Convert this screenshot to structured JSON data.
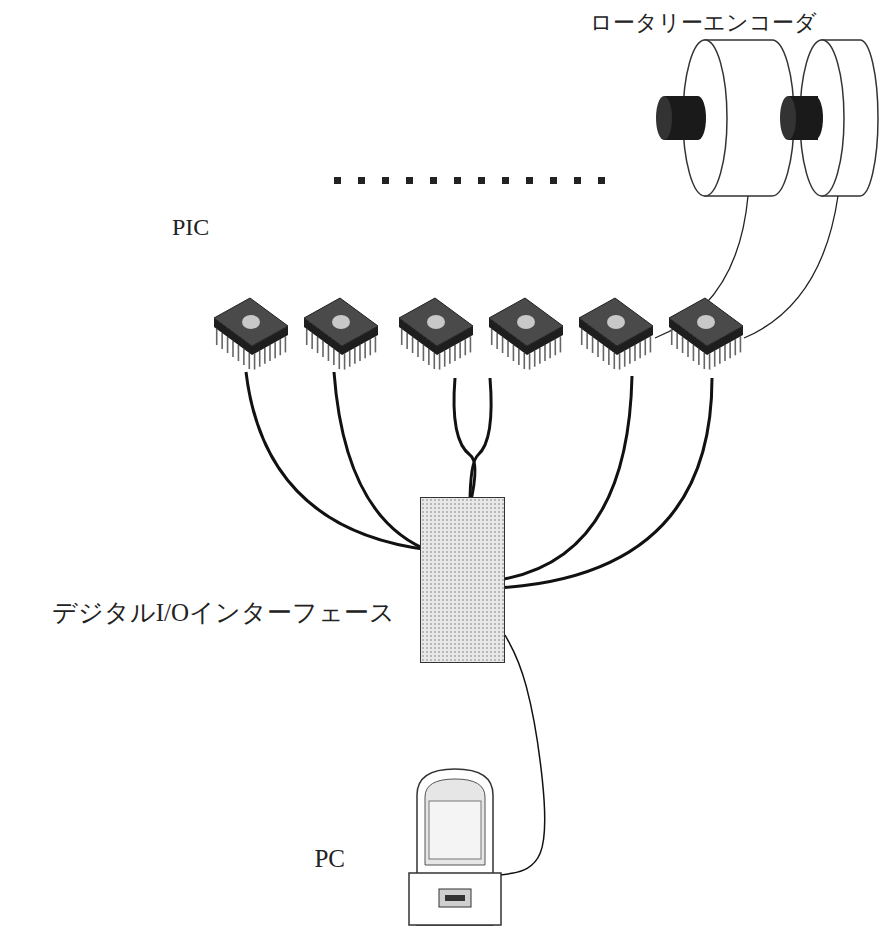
{
  "diagram": {
    "nodes": [
      {
        "text": [
          "デジタルI/Oインターフェース"
        ]
      },
      {
        "text": [
          "PC"
        ]
      }
    ],
    "edges": [
      {
        "from": 0,
        "to": 1,
        "arrow": "none"
      }
    ],
    "labels": [
      "ロータリーエンコーダ",
      "PIC"
    ]
  }
}
